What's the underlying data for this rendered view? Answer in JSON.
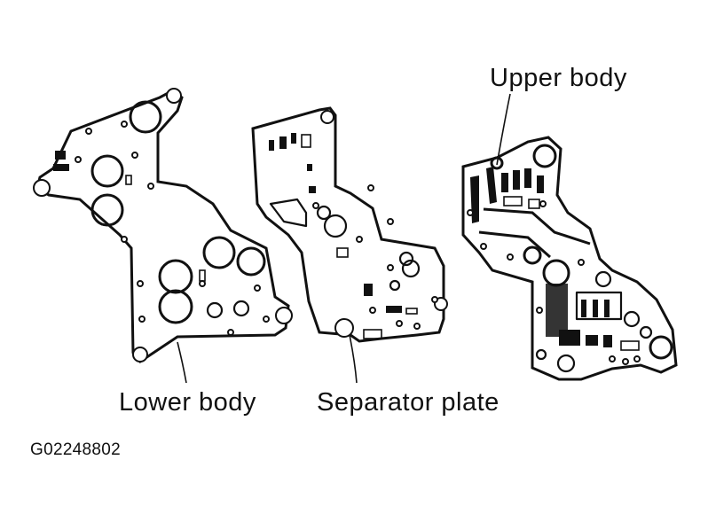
{
  "labels": {
    "upper_body": "Upper body",
    "lower_body": "Lower body",
    "separator_plate": "Separator plate",
    "figure_code": "G02248802"
  },
  "colors": {
    "ink": "#111111",
    "paper": "#ffffff"
  }
}
